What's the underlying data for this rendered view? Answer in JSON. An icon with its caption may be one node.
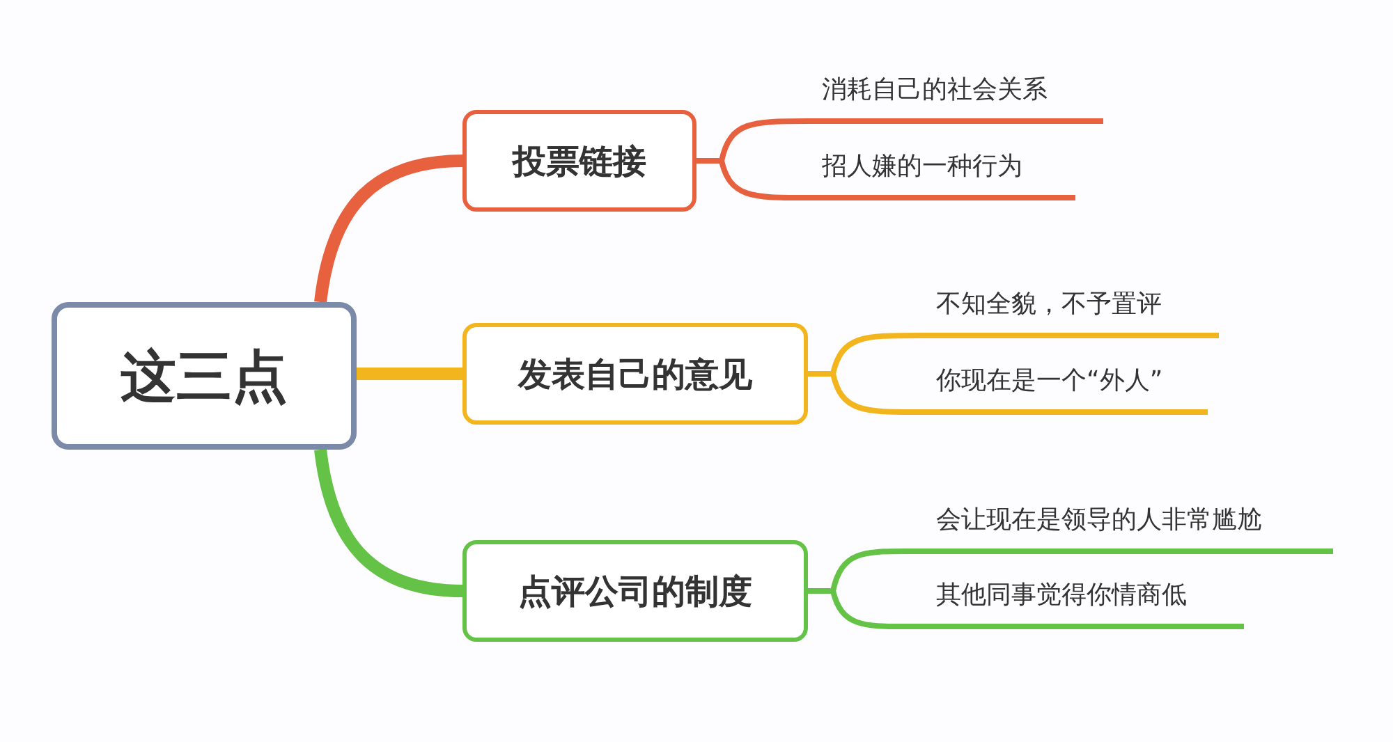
{
  "diagram": {
    "nodes": [
      {
        "text": [
          "这三点"
        ]
      },
      {
        "text": [
          "投票链接"
        ]
      },
      {
        "text": [
          "发表自己的意见"
        ]
      },
      {
        "text": [
          "点评公司的制度"
        ]
      },
      {
        "text": [
          "消耗自己的社会关系"
        ]
      },
      {
        "text": [
          "招人嫌的一种行为"
        ]
      },
      {
        "text": [
          "不知全貌，不予置评"
        ]
      },
      {
        "text": [
          "你现在是一个“外人”"
        ]
      },
      {
        "text": [
          "会让现在是领导的人非常尴尬"
        ]
      },
      {
        "text": [
          "其他同事觉得你情商低"
        ]
      }
    ],
    "edges": [
      {
        "from": 0,
        "to": 1,
        "arrow": "none",
        "style": "thick",
        "color": "#e8613f"
      },
      {
        "from": 0,
        "to": 2,
        "arrow": "none",
        "style": "thick",
        "color": "#f2b51e"
      },
      {
        "from": 0,
        "to": 3,
        "arrow": "none",
        "style": "thick",
        "color": "#64c346"
      },
      {
        "from": 1,
        "to": 4,
        "arrow": "none",
        "color": "#e8613f"
      },
      {
        "from": 1,
        "to": 5,
        "arrow": "none",
        "color": "#e8613f"
      },
      {
        "from": 2,
        "to": 6,
        "arrow": "none",
        "color": "#f2b51e"
      },
      {
        "from": 2,
        "to": 7,
        "arrow": "none",
        "color": "#f2b51e"
      },
      {
        "from": 3,
        "to": 8,
        "arrow": "none",
        "color": "#64c346"
      },
      {
        "from": 3,
        "to": 9,
        "arrow": "none",
        "color": "#64c346"
      }
    ]
  }
}
